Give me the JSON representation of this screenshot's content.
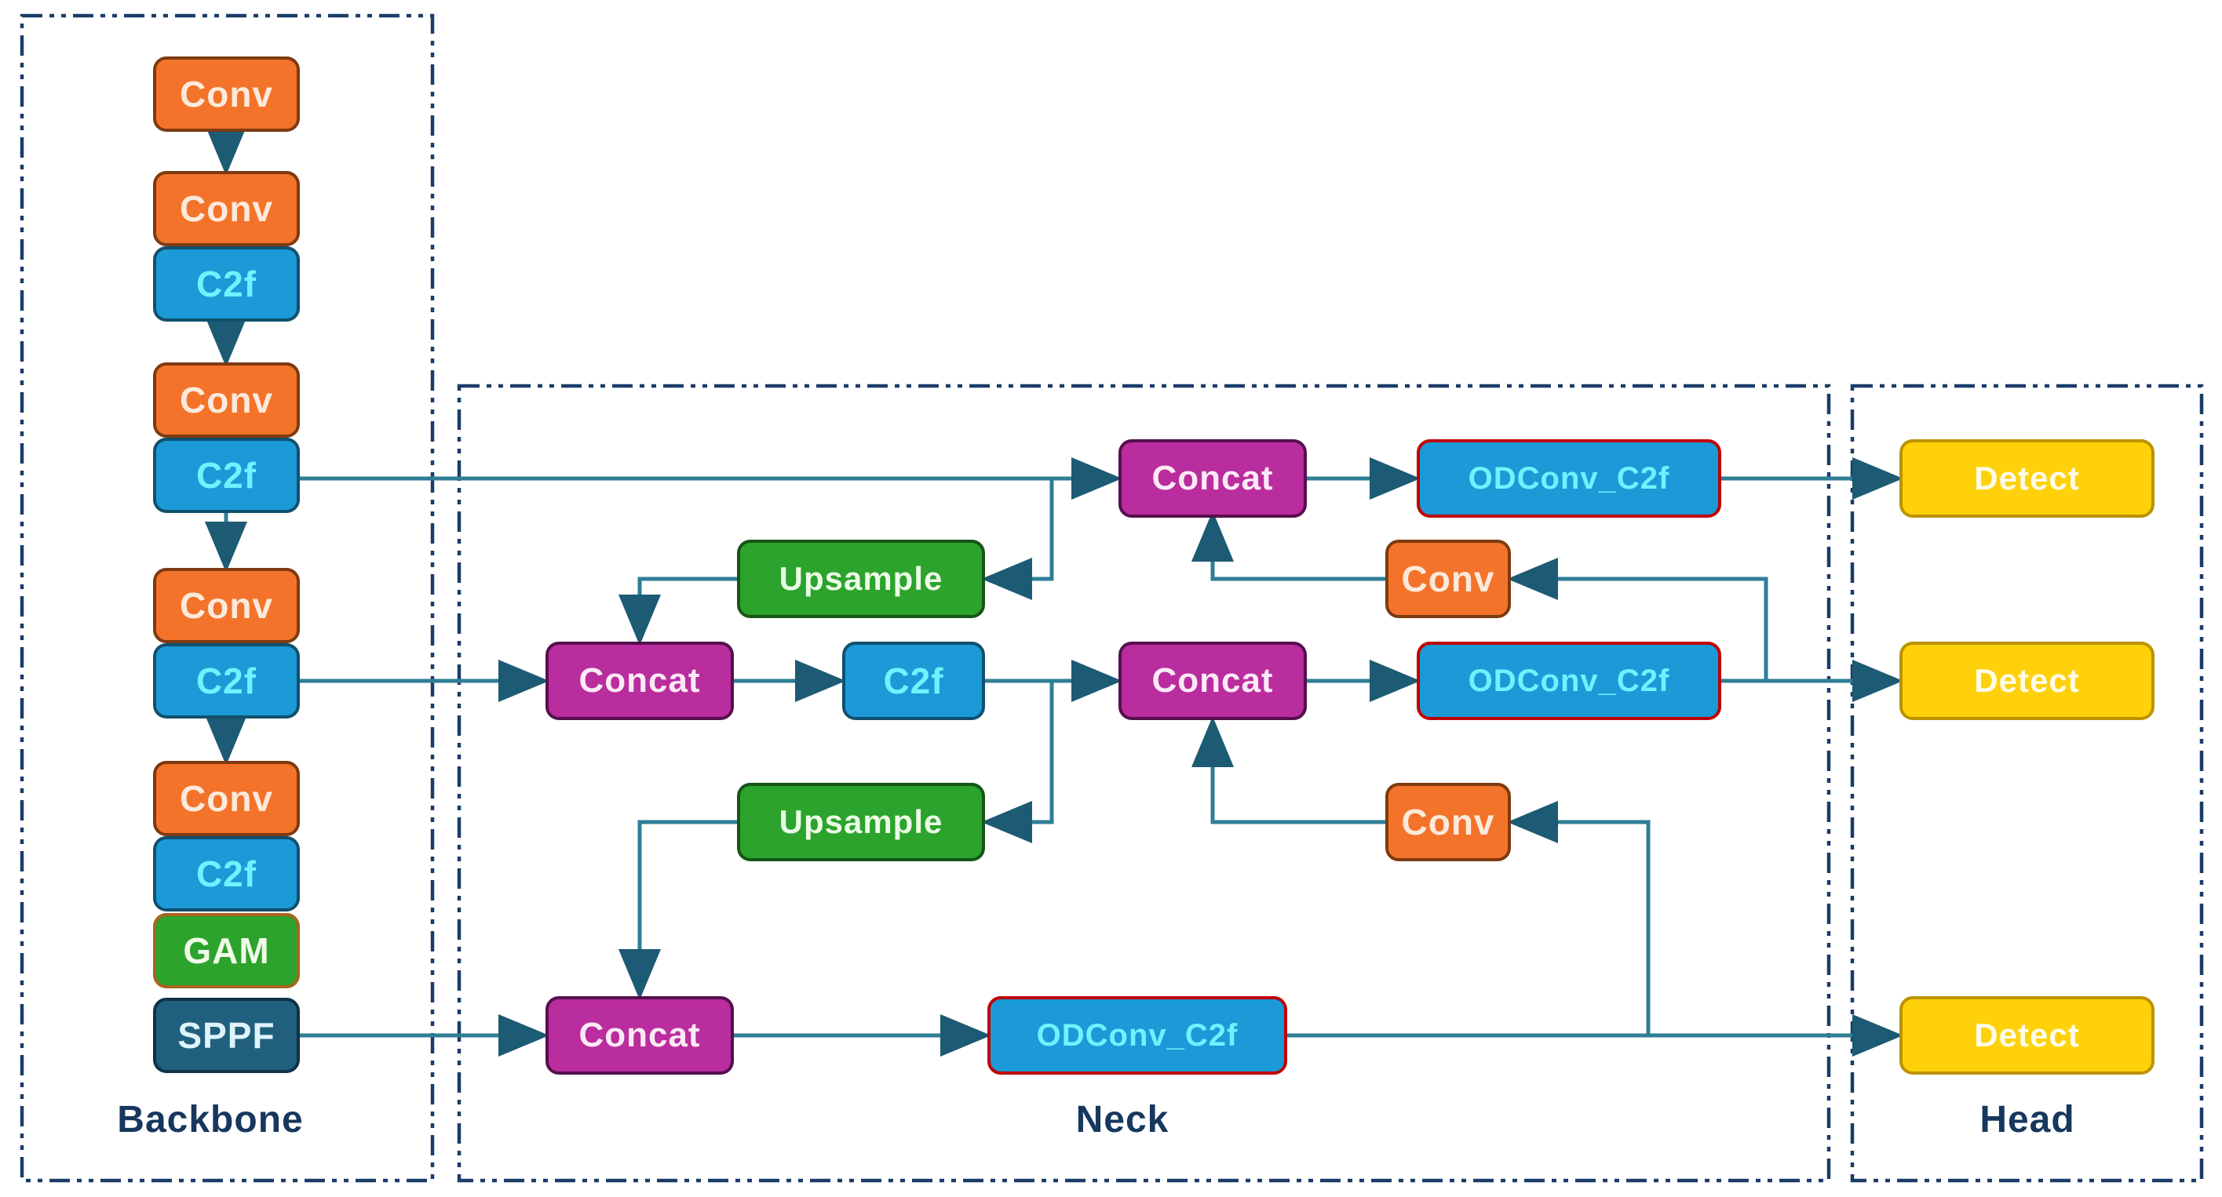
{
  "regions": [
    {
      "id": "backbone",
      "label": "Backbone"
    },
    {
      "id": "neck",
      "label": "Neck"
    },
    {
      "id": "head",
      "label": "Head"
    }
  ],
  "nodes": [
    {
      "id": "bb-conv-1",
      "label": "Conv",
      "type": "conv",
      "region": "backbone"
    },
    {
      "id": "bb-conv-2",
      "label": "Conv",
      "type": "conv",
      "region": "backbone"
    },
    {
      "id": "bb-c2f-1",
      "label": "C2f",
      "type": "c2f",
      "region": "backbone"
    },
    {
      "id": "bb-conv-3",
      "label": "Conv",
      "type": "conv",
      "region": "backbone"
    },
    {
      "id": "bb-c2f-2",
      "label": "C2f",
      "type": "c2f",
      "region": "backbone"
    },
    {
      "id": "bb-conv-4",
      "label": "Conv",
      "type": "conv",
      "region": "backbone"
    },
    {
      "id": "bb-c2f-3",
      "label": "C2f",
      "type": "c2f",
      "region": "backbone"
    },
    {
      "id": "bb-conv-5",
      "label": "Conv",
      "type": "conv",
      "region": "backbone"
    },
    {
      "id": "bb-c2f-4",
      "label": "C2f",
      "type": "c2f",
      "region": "backbone"
    },
    {
      "id": "bb-gam",
      "label": "GAM",
      "type": "gam",
      "region": "backbone"
    },
    {
      "id": "bb-sppf",
      "label": "SPPF",
      "type": "sppf",
      "region": "backbone"
    },
    {
      "id": "nk-concat-mid",
      "label": "Concat",
      "type": "concat",
      "region": "neck"
    },
    {
      "id": "nk-c2f",
      "label": "C2f",
      "type": "c2f",
      "region": "neck"
    },
    {
      "id": "nk-concat-mid2",
      "label": "Concat",
      "type": "concat",
      "region": "neck"
    },
    {
      "id": "nk-odconv-mid",
      "label": "ODConv_C2f",
      "type": "odconv",
      "region": "neck"
    },
    {
      "id": "nk-upsample-1",
      "label": "Upsample",
      "type": "upsample",
      "region": "neck"
    },
    {
      "id": "nk-concat-top",
      "label": "Concat",
      "type": "concat",
      "region": "neck"
    },
    {
      "id": "nk-odconv-top",
      "label": "ODConv_C2f",
      "type": "odconv",
      "region": "neck"
    },
    {
      "id": "nk-conv-up",
      "label": "Conv",
      "type": "conv",
      "region": "neck"
    },
    {
      "id": "nk-upsample-2",
      "label": "Upsample",
      "type": "upsample",
      "region": "neck"
    },
    {
      "id": "nk-concat-bottom",
      "label": "Concat",
      "type": "concat",
      "region": "neck"
    },
    {
      "id": "nk-odconv-bottom",
      "label": "ODConv_C2f",
      "type": "odconv",
      "region": "neck"
    },
    {
      "id": "nk-conv-down",
      "label": "Conv",
      "type": "conv",
      "region": "neck"
    },
    {
      "id": "hd-detect-1",
      "label": "Detect",
      "type": "detect",
      "region": "head"
    },
    {
      "id": "hd-detect-2",
      "label": "Detect",
      "type": "detect",
      "region": "head"
    },
    {
      "id": "hd-detect-3",
      "label": "Detect",
      "type": "detect",
      "region": "head"
    }
  ],
  "connections": [
    {
      "from": "bb-conv-1",
      "to": "bb-conv-2"
    },
    {
      "from": "bb-conv-2",
      "to": "bb-c2f-1"
    },
    {
      "from": "bb-c2f-1",
      "to": "bb-conv-3"
    },
    {
      "from": "bb-conv-3",
      "to": "bb-c2f-2"
    },
    {
      "from": "bb-c2f-2",
      "to": "bb-conv-4"
    },
    {
      "from": "bb-conv-4",
      "to": "bb-c2f-3"
    },
    {
      "from": "bb-c2f-3",
      "to": "bb-conv-5"
    },
    {
      "from": "bb-conv-5",
      "to": "bb-c2f-4"
    },
    {
      "from": "bb-c2f-4",
      "to": "bb-gam"
    },
    {
      "from": "bb-gam",
      "to": "bb-sppf"
    },
    {
      "from": "bb-c2f-2",
      "to": "nk-concat-top"
    },
    {
      "from": "bb-c2f-2",
      "to": "nk-upsample-1"
    },
    {
      "from": "nk-upsample-1",
      "to": "nk-concat-mid"
    },
    {
      "from": "bb-c2f-3",
      "to": "nk-concat-mid"
    },
    {
      "from": "nk-concat-mid",
      "to": "nk-c2f"
    },
    {
      "from": "nk-c2f",
      "to": "nk-concat-mid2"
    },
    {
      "from": "nk-c2f",
      "to": "nk-upsample-2"
    },
    {
      "from": "nk-upsample-2",
      "to": "nk-concat-bottom"
    },
    {
      "from": "bb-sppf",
      "to": "nk-concat-bottom"
    },
    {
      "from": "nk-concat-bottom",
      "to": "nk-odconv-bottom"
    },
    {
      "from": "nk-odconv-bottom",
      "to": "hd-detect-3"
    },
    {
      "from": "nk-odconv-bottom",
      "to": "nk-conv-down"
    },
    {
      "from": "nk-conv-down",
      "to": "nk-concat-mid2"
    },
    {
      "from": "nk-concat-mid2",
      "to": "nk-odconv-mid"
    },
    {
      "from": "nk-odconv-mid",
      "to": "hd-detect-2"
    },
    {
      "from": "nk-odconv-mid",
      "to": "nk-conv-up"
    },
    {
      "from": "nk-conv-up",
      "to": "nk-concat-top"
    },
    {
      "from": "nk-concat-top",
      "to": "nk-odconv-top"
    },
    {
      "from": "nk-odconv-top",
      "to": "hd-detect-1"
    }
  ],
  "palette": {
    "conv_fill": "#F4732B",
    "conv_border": "#7E3A10",
    "c2f_fill": "#1B9AD7",
    "c2f_border": "#11506E",
    "c2f_text": "#6FF2FF",
    "odconv_border": "#C00000",
    "concat_fill": "#BA2D9E",
    "concat_border": "#55104E",
    "upsample_fill": "#2BA32C",
    "upsample_border": "#155517",
    "gam_border": "#A9641C",
    "sppf_fill": "#20607E",
    "detect_fill": "#FFD10A",
    "detect_border": "#BC9300",
    "wire": "#2F7E96",
    "arrowhead": "#1D5A74",
    "container_dash": "#1B3C69",
    "label_text": "#17375E",
    "background": "#FFFFFF"
  }
}
